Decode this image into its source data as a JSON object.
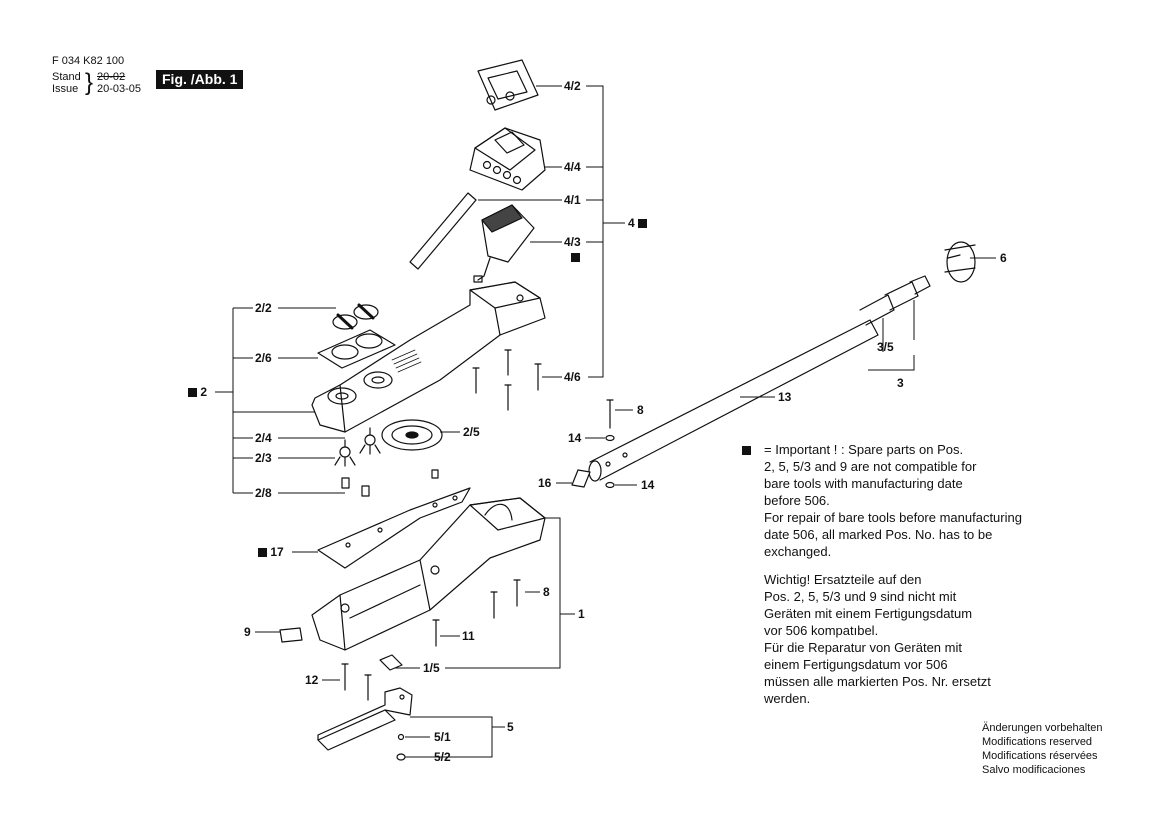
{
  "header": {
    "doc_number": "F 034 K82 100",
    "stand_label": "Stand",
    "issue_label": "Issue",
    "stand_date": "20-02",
    "issue_date": "20-03-05",
    "figure": "Fig. /Abb. 1"
  },
  "labels": {
    "p4_2": "4/2",
    "p4_4": "4/4",
    "p4_1": "4/1",
    "p4": "4",
    "p4_3": "4/3",
    "p4_6": "4/6",
    "p6": "6",
    "p3_5": "3/5",
    "p3": "3",
    "p13": "13",
    "p8a": "8",
    "p14a": "14",
    "p16": "16",
    "p14b": "14",
    "p2_2": "2/2",
    "p2_6": "2/6",
    "p2": "2",
    "p2_4": "2/4",
    "p2_5": "2/5",
    "p2_3": "2/3",
    "p2_8": "2/8",
    "p17": "17",
    "p8b": "8",
    "p1": "1",
    "p9": "9",
    "p11": "11",
    "p1_5": "1/5",
    "p12": "12",
    "p5": "5",
    "p5_1": "5/1",
    "p5_2": "5/2"
  },
  "note_en": [
    "= Important ! :  Spare parts on Pos.",
    "2, 5, 5/3 and 9 are not compatible for",
    "bare  tools with manufacturing date",
    "before 506.",
    "For repair of bare tools before manufacturing",
    "date 506, all marked Pos. No. has to be",
    "exchanged."
  ],
  "note_de": [
    "Wichtig! Ersatzteile auf den",
    "Pos. 2, 5, 5/3 und 9 sind nicht mit",
    "Geräten mit einem Fertigungsdatum",
    "vor 506 kompatıbel.",
    "Für die Reparatur von Geräten mit",
    "einem Fertigungsdatum vor 506",
    "müssen alle markierten  Pos. Nr. ersetzt",
    "werden."
  ],
  "footer": [
    "Änderungen vorbehalten",
    "Modifications reserved",
    "Modifications réservées",
    "Salvo modificaciones"
  ]
}
